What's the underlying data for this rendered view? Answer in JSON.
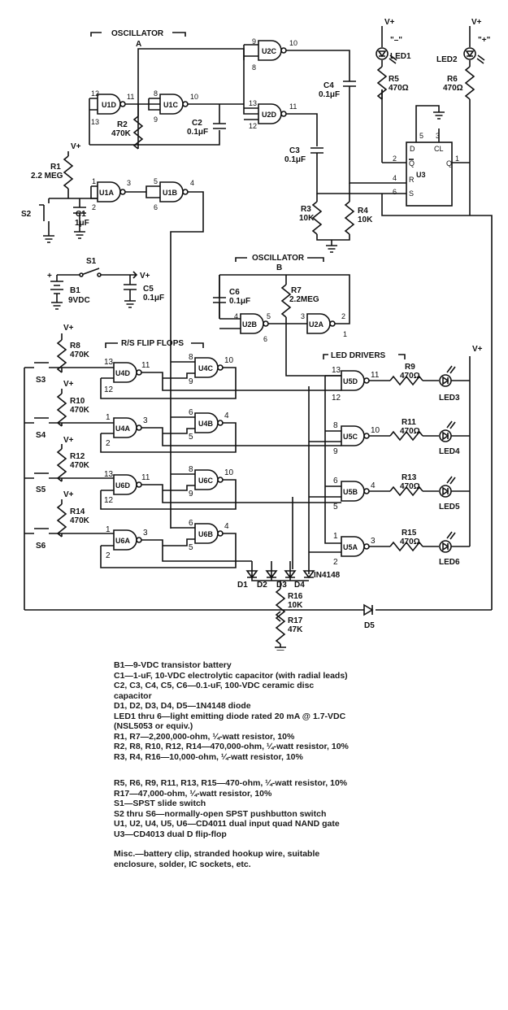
{
  "schematic": {
    "blocks": {
      "oscillator_a": [
        "OSCILLATOR",
        "A"
      ],
      "oscillator_b": "OSCILLATOR",
      "oscillator_b_letter": "B",
      "rs_flip_flops": "R/S FLIP FLOPS",
      "led_drivers": "LED DRIVERS"
    },
    "supply": "V+",
    "gates": [
      "U1D",
      "U1C",
      "U1A",
      "U1B",
      "U2C",
      "U2D",
      "U2B",
      "U2A",
      "U3",
      "U4D",
      "U4C",
      "U4A",
      "U4B",
      "U6D",
      "U6C",
      "U6A",
      "U6B",
      "U5D",
      "U5C",
      "U5B",
      "U5A"
    ],
    "u3_pins": {
      "d": "D",
      "cl": "CL",
      "q": "Q",
      "qbar": "Q",
      "r": "R",
      "s": "S"
    },
    "components": {
      "r1": [
        "R1",
        "2.2 MEG"
      ],
      "r2": [
        "R2",
        "470K"
      ],
      "c1": [
        "C1",
        "1μF"
      ],
      "c2": [
        "C2",
        "0.1μF"
      ],
      "c3": [
        "C3",
        "0.1μF"
      ],
      "c4": [
        "C4",
        "0.1μF"
      ],
      "c5": [
        "C5",
        "0.1μF"
      ],
      "c6": [
        "C6",
        "0.1μF"
      ],
      "r3": [
        "R3",
        "10K"
      ],
      "r4": [
        "R4",
        "10K"
      ],
      "r5": [
        "R5",
        "470Ω"
      ],
      "r6": [
        "R6",
        "470Ω"
      ],
      "r7": [
        "R7",
        "2.2MEG"
      ],
      "r8": [
        "R8",
        "470K"
      ],
      "r10": [
        "R10",
        "470K"
      ],
      "r12": [
        "R12",
        "470K"
      ],
      "r14": [
        "R14",
        "470K"
      ],
      "r9": [
        "R9",
        "470Ω"
      ],
      "r11": [
        "R11",
        "470Ω"
      ],
      "r13": [
        "R13",
        "470Ω"
      ],
      "r15": [
        "R15",
        "470Ω"
      ],
      "r16": [
        "R16",
        "10K"
      ],
      "r17": [
        "R17",
        "47K"
      ],
      "b1": [
        "B1",
        "9VDC"
      ],
      "s1": "S1",
      "s2": "S2",
      "s3": "S3",
      "s4": "S4",
      "s5": "S5",
      "s6": "S6",
      "led1": "LED1",
      "led2": "LED2",
      "led3": "LED3",
      "led4": "LED4",
      "led5": "LED5",
      "led6": "LED6",
      "led1_sign": "\"–\"",
      "led2_sign": "\"+\"",
      "diodes": [
        "D1",
        "D2",
        "D3",
        "D4"
      ],
      "diode_type": "IN4148",
      "d5": "D5"
    }
  },
  "parts_list": [
    "B1—9-VDC transistor battery",
    "C1—1-uF, 10-VDC electrolytic capacitor (with radial leads)",
    "C2, C3, C4, C5, C6—0.1-uF, 100-VDC ceramic disc capacitor",
    "D1, D2, D3, D4, D5—1N4148 diode",
    "LED1 thru 6—light emitting diode rated 20 mA @ 1.7-VDC (NSL5053 or equiv.)",
    "R1, R7—2,200,000-ohm, ¼-watt resistor, 10%",
    "R2, R8, R10, R12, R14—470,000-ohm, ¼-watt resistor, 10%",
    "R3, R4, R16—10,000-ohm, ¼-watt resistor, 10%",
    "R5, R6, R9, R11, R13, R15—470-ohm, ¼-watt resistor, 10%",
    "R17—47,000-ohm, ¼-watt resistor, 10%",
    "S1—SPST slide switch",
    "S2 thru S6—normally-open SPST pushbutton switch",
    "U1, U2, U4, U5, U6—CD4011 dual input quad NAND gate",
    "U3—CD4013 dual D flip-flop",
    "Misc.—battery clip, stranded hookup wire, suitable enclosure, solder, IC sockets, etc."
  ]
}
